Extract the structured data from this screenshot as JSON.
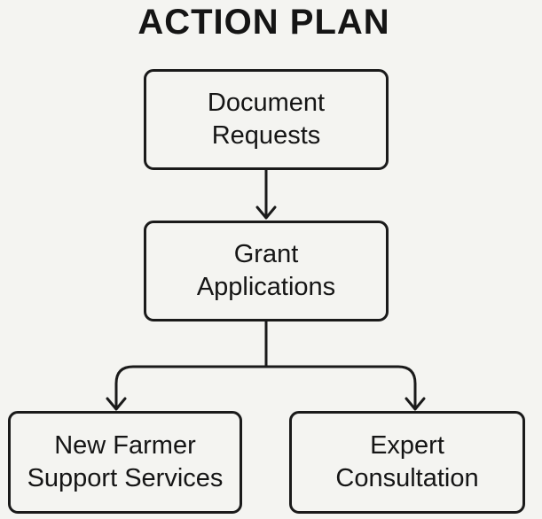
{
  "diagram": {
    "title": "ACTION PLAN",
    "nodes": [
      {
        "id": "document-requests",
        "lines": [
          "Document",
          "Requests"
        ]
      },
      {
        "id": "grant-applications",
        "lines": [
          "Grant",
          "Applications"
        ]
      },
      {
        "id": "new-farmer-support-services",
        "lines": [
          "New Farmer",
          "Support Services"
        ]
      },
      {
        "id": "expert-consultation",
        "lines": [
          "Expert",
          "Consultation"
        ]
      }
    ],
    "edges": [
      {
        "from": "document-requests",
        "to": "grant-applications"
      },
      {
        "from": "grant-applications",
        "to": "new-farmer-support-services"
      },
      {
        "from": "grant-applications",
        "to": "expert-consultation"
      }
    ],
    "colors": {
      "background": "#f4f4f1",
      "stroke": "#1a1a1a",
      "text": "#151515"
    }
  }
}
